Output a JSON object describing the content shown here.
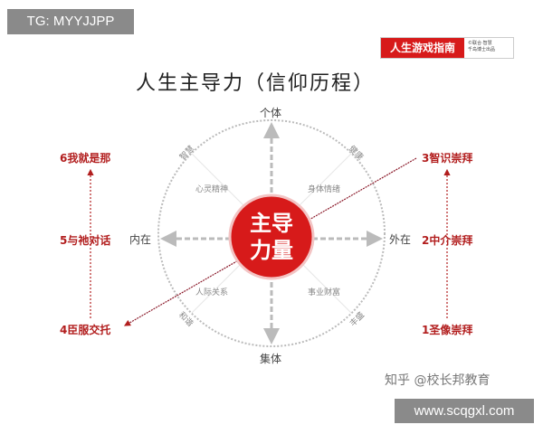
{
  "tag": "TG: MYYJJPP",
  "site": "www.scqgxl.com",
  "title": "人生主导力（信仰历程）",
  "logo": {
    "main": "人生游戏指南",
    "sub": [
      "©联合·智慧",
      "千岛博士出品"
    ]
  },
  "center": {
    "line1": "主导",
    "line2": "力量"
  },
  "axes": {
    "top": "个体",
    "bottom": "集体",
    "left": "内在",
    "right": "外在"
  },
  "diagonals": {
    "top_left": "智慧",
    "top_right": "健康",
    "bottom_left": "和谐",
    "bottom_right": "丰盛"
  },
  "quadrants": {
    "top_left": "心灵精神",
    "top_right": "身体情绪",
    "bottom_left": "人际关系",
    "bottom_right": "事业财富"
  },
  "left_stages": [
    "6我就是那",
    "5与祂对话",
    "4臣服交托"
  ],
  "right_stages": [
    "3智识崇拜",
    "2中介崇拜",
    "1圣像崇拜"
  ],
  "watermark": "知乎 @校长邦教育",
  "colors": {
    "accent": "#d71a1a",
    "stage_text": "#b21e1e",
    "axis_gray": "#bbbbbb"
  }
}
